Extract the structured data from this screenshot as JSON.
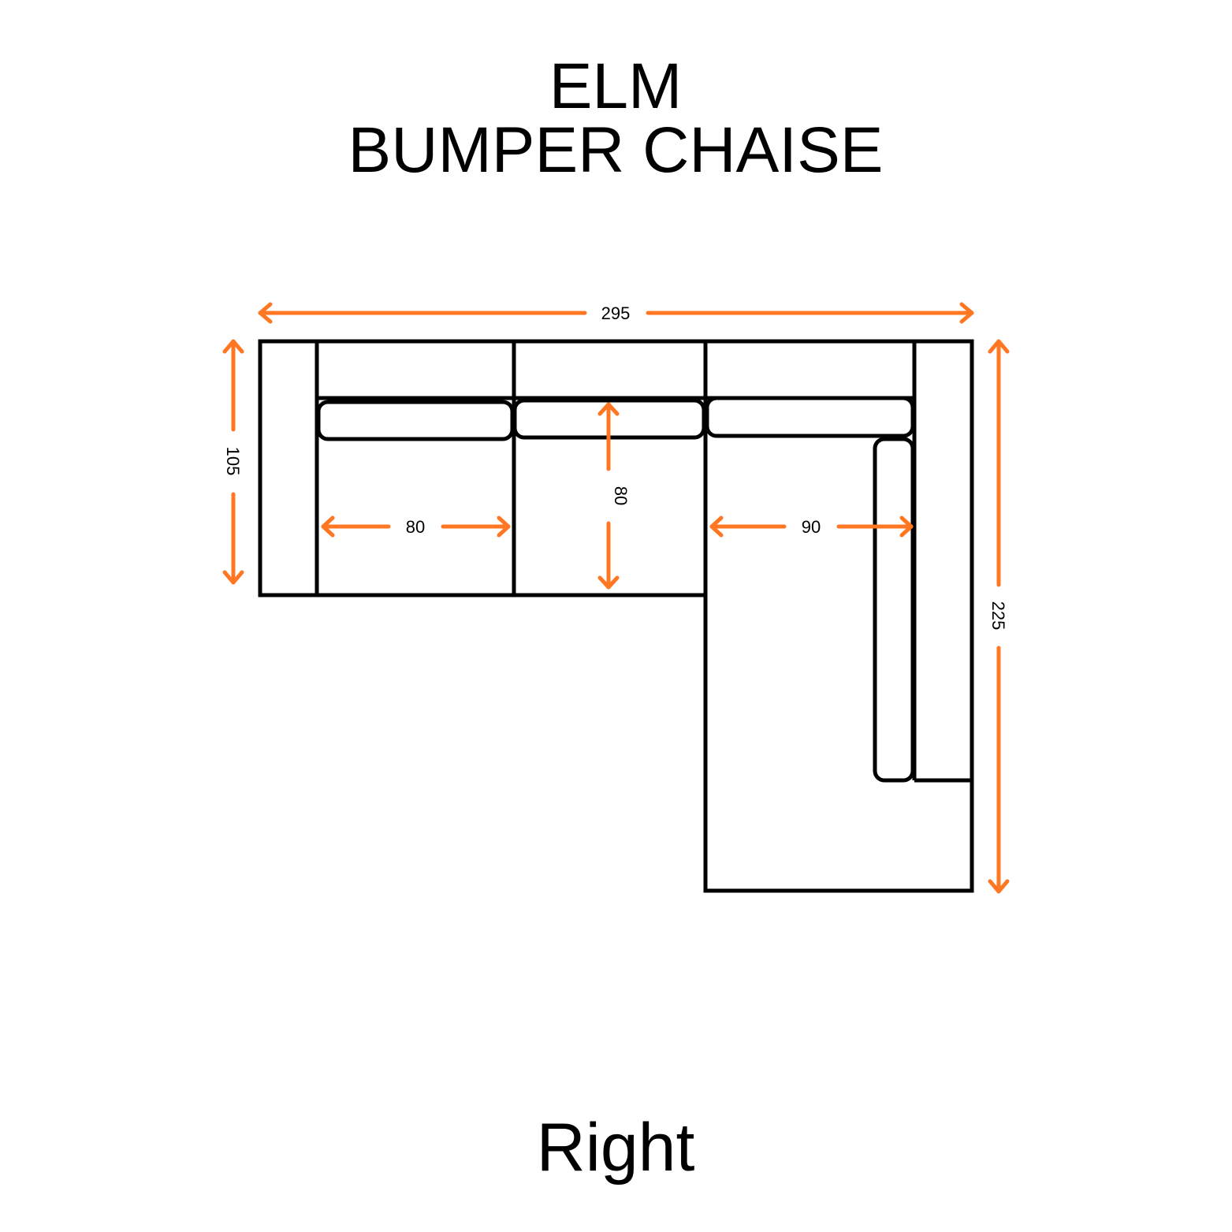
{
  "title": {
    "line1": "ELM",
    "line2": "BUMPER CHAISE"
  },
  "variant": "Right",
  "dimensions": {
    "overall_width": "295",
    "sofa_depth": "105",
    "seat_width": "80",
    "seat_depth": "80",
    "chaise_seat_width": "90",
    "chaise_length": "225"
  },
  "colors": {
    "dimension_arrow": "#ff7722",
    "outline": "#000000"
  }
}
